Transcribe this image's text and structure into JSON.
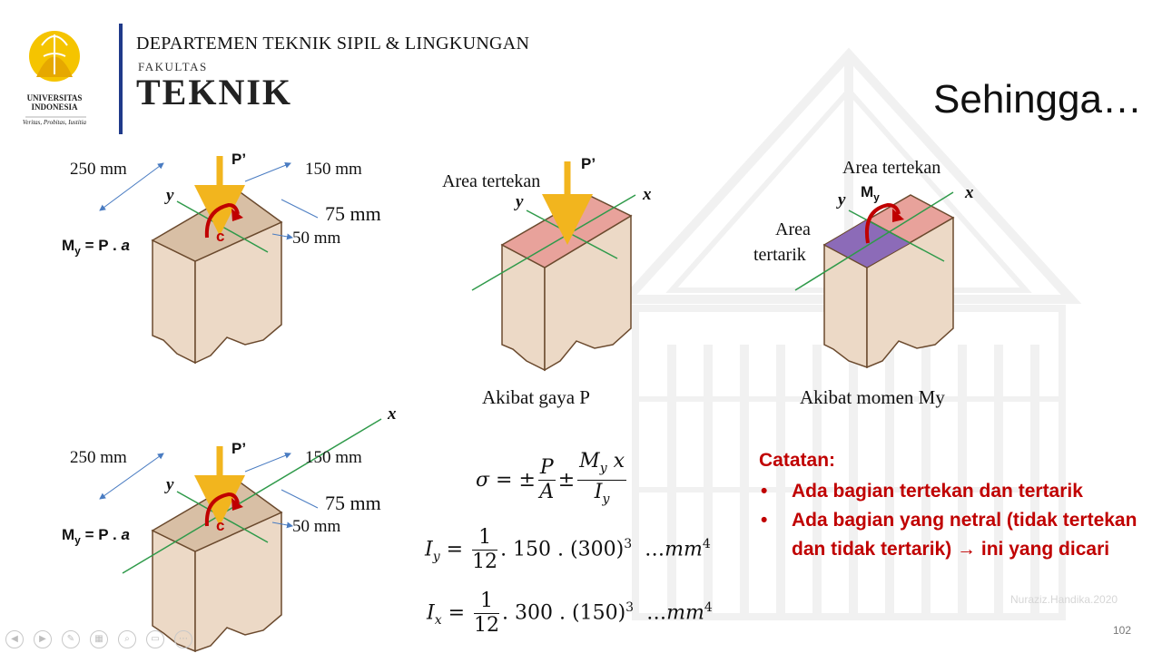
{
  "header": {
    "university_line1": "UNIVERSITAS",
    "university_line2": "INDONESIA",
    "motto": "Veritas, Probitas, Iustitia",
    "department": "DEPARTEMEN TEKNIK SIPIL & LINGKUNGAN",
    "faculty_small": "FAKULTAS",
    "faculty_big": "TEKNIK"
  },
  "slide_title": "Sehingga…",
  "diagram_top_left": {
    "force": "P’",
    "dim_250": "250 mm",
    "dim_150": "150 mm",
    "dim_75": "75 mm",
    "dim_50": "50 mm",
    "axis_y": "y",
    "point_c": "c",
    "moment_eq_prefix": "M",
    "moment_eq_sub": "y",
    "moment_eq_rest": " = P . ",
    "moment_eq_var": "a"
  },
  "diagram_bottom_left": {
    "force": "P’",
    "dim_250": "250 mm",
    "dim_150": "150 mm",
    "dim_75": "75 mm",
    "dim_50": "50 mm",
    "axis_y": "y",
    "axis_x": "x",
    "point_c": "c",
    "moment_eq_prefix": "M",
    "moment_eq_sub": "y",
    "moment_eq_rest": " = P . ",
    "moment_eq_var": "a"
  },
  "diagram_middle": {
    "force": "P’",
    "area_label": "Area tertekan",
    "axis_y": "y",
    "axis_x": "x",
    "caption": "Akibat gaya P"
  },
  "diagram_right": {
    "area_compression": "Area tertekan",
    "area_tension_1": "Area",
    "area_tension_2": "tertarik",
    "moment_m": "M",
    "moment_sub": "y",
    "axis_y": "y",
    "axis_x": "x",
    "caption": "Akibat momen My"
  },
  "formulas": {
    "sigma": "σ",
    "eq_pm": "= ±",
    "pm": "±",
    "P": "P",
    "A": "A",
    "My_M": "M",
    "My_sub": "y",
    "My_x": "x",
    "Iy_I": "I",
    "Iy_sub": "y",
    "one": "1",
    "twelve": "12",
    "iy_rest": ". 150 . (300)",
    "iy_exp": "3",
    "ix_rest": ". 300 . (150)",
    "ix_exp": "3",
    "Ix_I": "I",
    "Ix_sub": "x",
    "equals": "=",
    "unit_dots": "…",
    "unit": "mm",
    "unit_exp": "4"
  },
  "notes": {
    "title": "Catatan:",
    "items": [
      "Ada bagian tertekan dan tertarik",
      "Ada bagian yang netral (tidak tertekan dan tidak tertarik) → ini yang dicari"
    ]
  },
  "watermark": "Nuraziz.Handika.2020",
  "page_number": "102",
  "colors": {
    "block_face": "#ecd9c6",
    "block_top": "#d8bfa5",
    "compression": "#e8a29b",
    "tension": "#8c6bb8",
    "force_arrow": "#f2b51e",
    "moment_arrow": "#c00000",
    "axis_line": "#2f9a4a",
    "dim_line": "#4a7cc2",
    "accent_bar": "#1f3a8a",
    "note_red": "#c00000"
  }
}
